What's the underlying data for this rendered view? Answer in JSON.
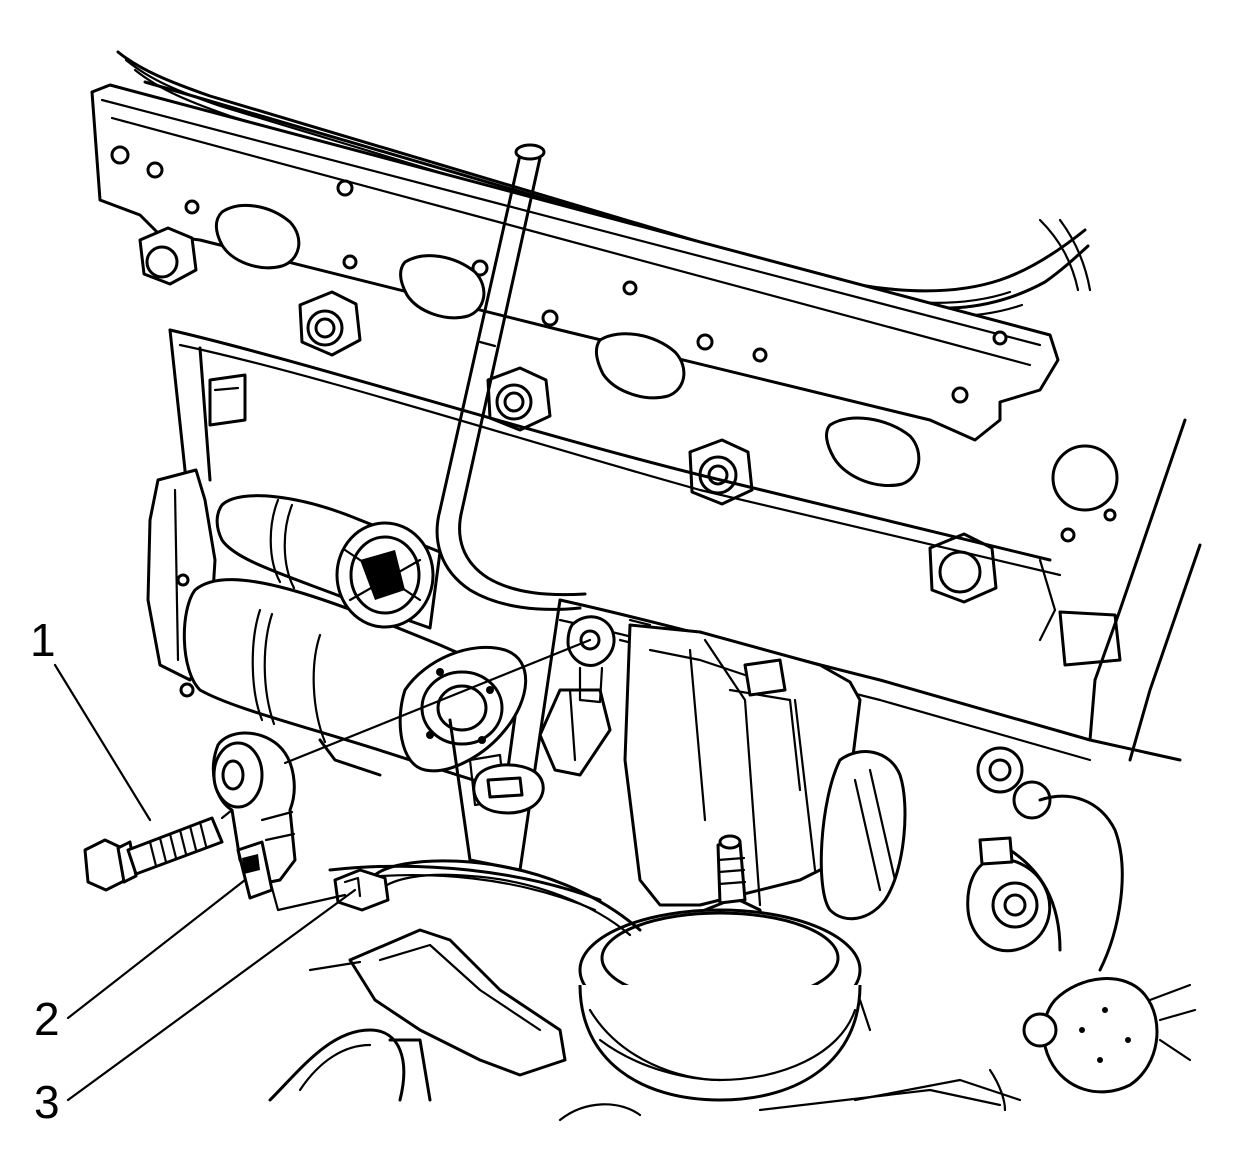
{
  "callouts": [
    {
      "id": "1",
      "label": "1",
      "part": "bolt"
    },
    {
      "id": "2",
      "label": "2",
      "part": "knock-sensor"
    },
    {
      "id": "3",
      "label": "3",
      "part": "electrical-connector"
    }
  ],
  "colors": {
    "line": "#000000",
    "background": "#ffffff"
  }
}
